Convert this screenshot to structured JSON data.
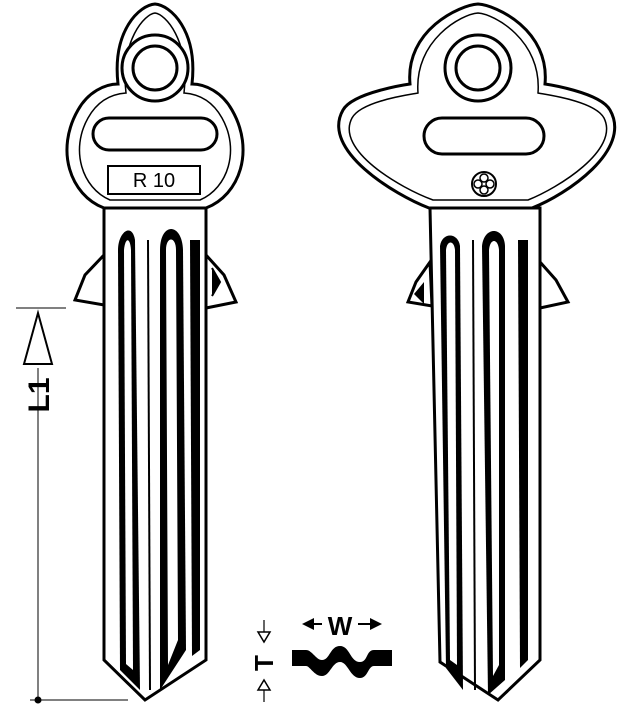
{
  "front_key": {
    "stamp_text": "R 10"
  },
  "dimensions": {
    "length_label": "L1",
    "width_label": "W",
    "thickness_label": "T"
  },
  "colors": {
    "ink": "#000000",
    "paper": "#ffffff"
  },
  "icons": {
    "back_key_mark": "clover-mark-icon"
  }
}
